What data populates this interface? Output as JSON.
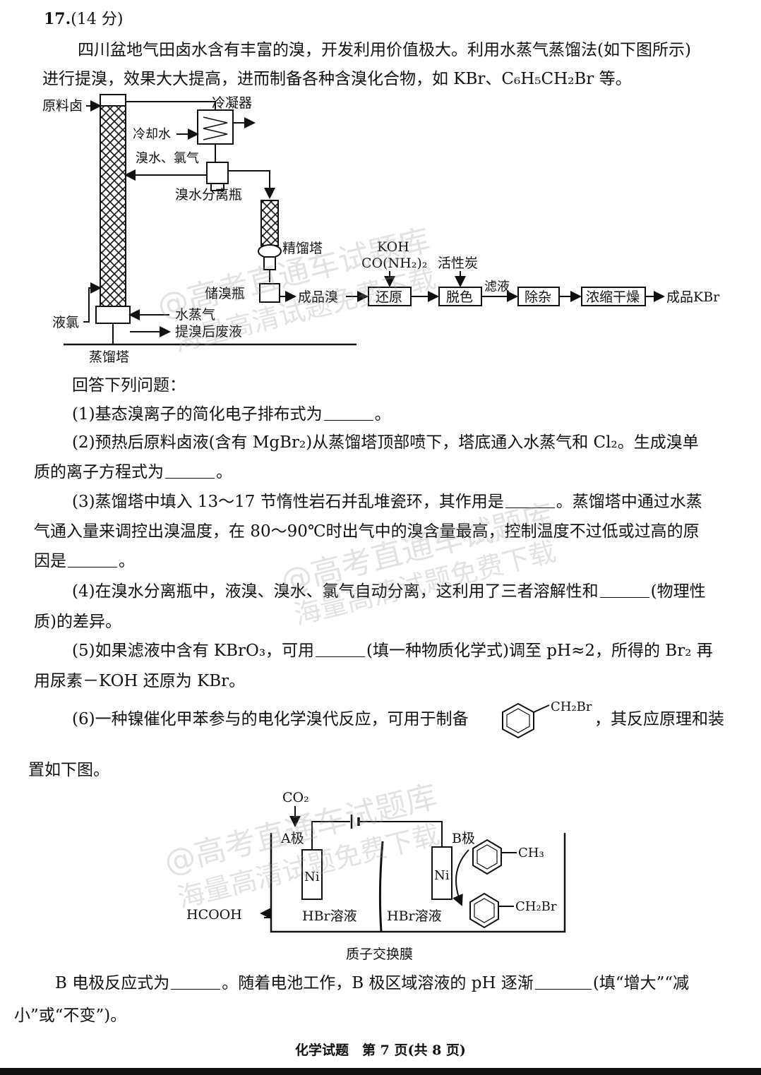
{
  "question": {
    "number": "17.",
    "points": "(14 分)"
  },
  "intro": {
    "line1": "四川盆地气田卤水含有丰富的溴，开发利用价值极大。利用水蒸气蒸馏法(如下图所示)",
    "line2": "进行提溴，效果大大提高，进而制备各种含溴化合物，如 KBr、C₆H₅CH₂Br 等。"
  },
  "diagram1": {
    "labels": {
      "raw_brine": "原料卤",
      "condenser": "冷凝器",
      "cooling_water": "冷却水",
      "bromine_water_chlorine": "溴水、氯气",
      "separator": "溴水分离瓶",
      "rectifier": "精馏塔",
      "storage": "储溴瓶",
      "liquid_chlorine": "液氯",
      "steam": "水蒸气",
      "waste": "提溴后废液",
      "tower": "蒸馏塔",
      "product_bromine": "成品溴",
      "koh": "KOH",
      "urea": "CO(NH₂)₂",
      "activated_carbon": "活性炭",
      "filtrate": "滤液",
      "product_kbr": "成品KBr"
    },
    "process_steps": [
      "还原",
      "脱色",
      "除杂",
      "浓缩干燥"
    ]
  },
  "answer_prompt": "回答下列问题：",
  "q1": {
    "text": "(1)基态溴离子的简化电子排布式为",
    "end": "。"
  },
  "q2": {
    "line1": "(2)预热后原料卤液(含有 MgBr₂)从蒸馏塔顶部喷下，塔底通入水蒸气和 Cl₂。生成溴单",
    "line2a": "质的离子方程式为",
    "line2b": "。"
  },
  "q3": {
    "line1a": "(3)蒸馏塔中填入 13～17 节惰性岩石并乱堆瓷环，其作用是",
    "line1b": "。蒸馏塔中通过水蒸",
    "line2": "气通入量来调控出溴温度，在 80～90℃时出气中的溴含量最高，控制温度不过低或过高的原",
    "line3a": "因是",
    "line3b": "。"
  },
  "q4": {
    "line1a": "(4)在溴水分离瓶中，液溴、溴水、氯气自动分离，这利用了三者溶解性和",
    "line1b": "(物理性",
    "line2": "质)的差异。"
  },
  "q5": {
    "line1a": "(5)如果滤液中含有 KBrO₃，可用",
    "line1b": "(填一种物质化学式)调至 pH≈2，所得的 Br₂ 再",
    "line2": "用尿素－KOH 还原为 KBr。"
  },
  "q6": {
    "line1a": "(6)一种镍催化甲苯参与的电化学溴代反应，可用于制备",
    "line1b": "，其反应原理和装",
    "line2": "置如下图。",
    "benzyl_label": "CH₂Br"
  },
  "diagram2": {
    "co2": "CO₂",
    "electrode_a": "A极",
    "electrode_b": "B极",
    "ni_left": "Ni",
    "ni_right": "Ni",
    "hcooh": "HCOOH",
    "hbr_left": "HBr溶液",
    "hbr_right": "HBr溶液",
    "membrane": "质子交换膜",
    "ch3": "CH₃",
    "ch2br": "CH₂Br"
  },
  "q6_tail": {
    "line1a": "B 电极反应式为",
    "line1b": "。随着电池工作，B 极区域溶液的 pH 逐渐",
    "line1c": "(填“增大”“减",
    "line2": "小”或“不变”)。"
  },
  "footer": "化学试题　第 7 页(共 8 页)",
  "watermark": {
    "line1": "@高考直通车试题库",
    "line2": "海量高清试题免费下载"
  }
}
